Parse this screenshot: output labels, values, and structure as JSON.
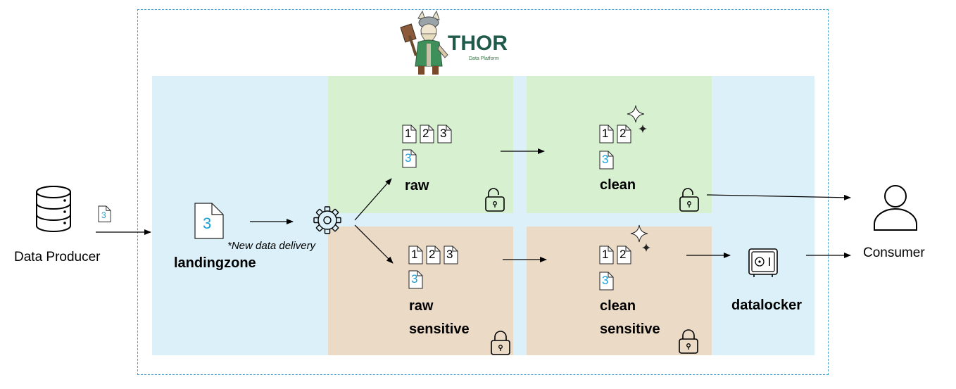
{
  "logo": {
    "word": "THOR",
    "subtitle": "Data Platform"
  },
  "producer": {
    "label": "Data Producer",
    "file_number": "3"
  },
  "consumer": {
    "label": "Consumer"
  },
  "landingzone": {
    "label": "landingzone",
    "file_number": "3",
    "note": "*New data delivery"
  },
  "zones": {
    "raw": {
      "label": "raw",
      "files": [
        "1",
        "2",
        "3"
      ],
      "new_file": "3",
      "lock": "unlocked"
    },
    "clean": {
      "label": "clean",
      "files": [
        "1",
        "2"
      ],
      "new_file": "3",
      "lock": "unlocked"
    },
    "raw_sensitive": {
      "label_line1": "raw",
      "label_line2": "sensitive",
      "files": [
        "1",
        "2",
        "3"
      ],
      "new_file": "3",
      "lock": "locked"
    },
    "clean_sensitive": {
      "label_line1": "clean",
      "label_line2": "sensitive",
      "files": [
        "1",
        "2"
      ],
      "new_file": "3",
      "lock": "locked"
    }
  },
  "datalocker": {
    "label": "datalocker"
  },
  "colors": {
    "platform_bg": "#dbf0f8",
    "non_sensitive_zone": "#d6f0d0",
    "sensitive_zone": "#ebdac6",
    "accent_number": "#1a9fd6",
    "outer_border": "#4ba3d1"
  }
}
